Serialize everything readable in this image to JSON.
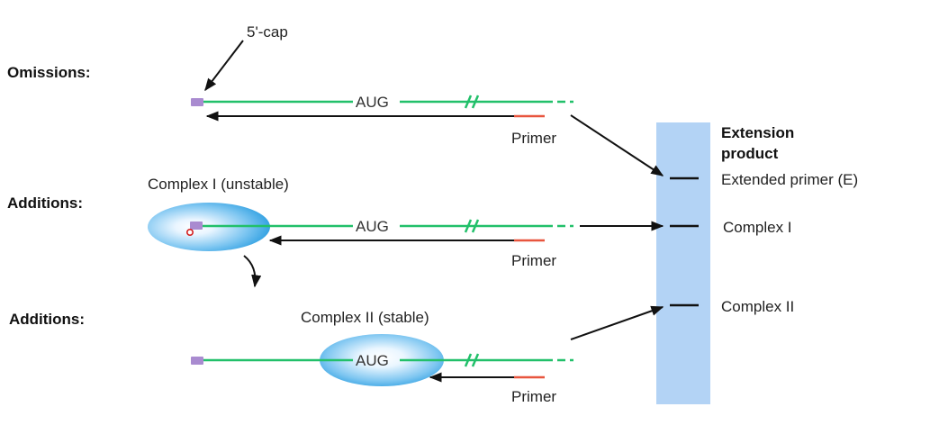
{
  "labels": {
    "omissions": "Omissions:",
    "additions_1": "Additions:",
    "additions_2": "Additions:",
    "cap": "5'-cap",
    "aug": "AUG",
    "primer": "Primer",
    "complex1_title": "Complex I (unstable)",
    "complex2_title": "Complex II (stable)"
  },
  "gel": {
    "heading_line1": "Extension",
    "heading_line2": "product",
    "bands": [
      "Extended primer (E)",
      "Complex I",
      "Complex II"
    ]
  },
  "colors": {
    "mrna": "#22c06a",
    "primer": "#e8553e",
    "cap": "#a98bd0",
    "gel": "#b3d3f5",
    "complex": "#3aa0e6",
    "arrow": "#111111"
  }
}
